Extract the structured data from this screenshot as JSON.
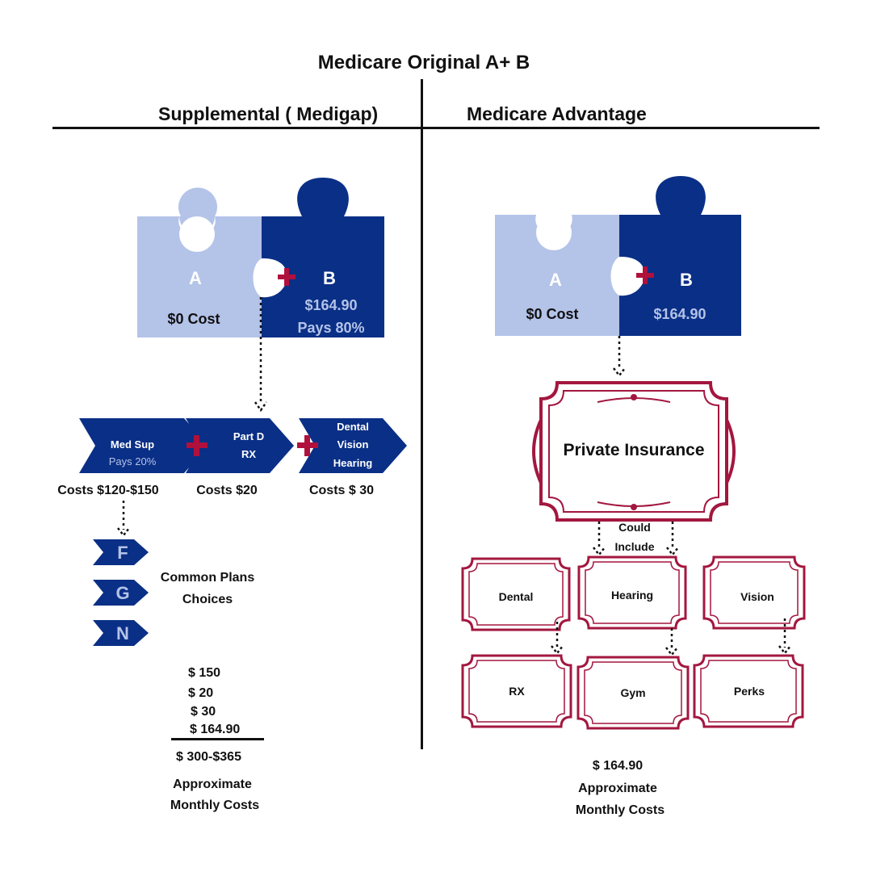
{
  "title": "Medicare Original A+ B",
  "left": {
    "heading": "Supplemental ( Medigap)",
    "puzzle": {
      "a_letter": "A",
      "a_caption": "$0 Cost",
      "b_letter": "B",
      "b_cost": "$164.90",
      "b_pays": "Pays 80%"
    },
    "chevrons": [
      {
        "line1": "Med Sup",
        "line2": "Pays 20%",
        "cost": "Costs $120-$150"
      },
      {
        "line1": "Part D",
        "line2": "RX",
        "cost": "Costs $20"
      },
      {
        "line1": "Dental",
        "line2": "Vision",
        "line3": "Hearing",
        "cost": "Costs $ 30"
      }
    ],
    "plans": [
      "F",
      "G",
      "N"
    ],
    "plans_caption_1": "Common Plans",
    "plans_caption_2": "Choices",
    "sum_lines": [
      "$ 150",
      "$ 20",
      "$ 30",
      "$ 164.90"
    ],
    "total": "$ 300-$365",
    "footer_1": "Approximate",
    "footer_2": "Monthly Costs"
  },
  "right": {
    "heading": "Medicare Advantage",
    "puzzle": {
      "a_letter": "A",
      "a_caption": "$0 Cost",
      "b_letter": "B",
      "b_cost": "$164.90"
    },
    "private": "Private Insurance",
    "could_1": "Could",
    "could_2": "Include",
    "top_frames": [
      "Dental",
      "Hearing",
      "Vision"
    ],
    "bottom_frames": [
      "RX",
      "Gym",
      "Perks"
    ],
    "total": "$ 164.90",
    "footer_1": "Approximate",
    "footer_2": "Monthly Costs"
  },
  "colors": {
    "navy": "#0a2f86",
    "light_blue": "#b4c3e8",
    "maroon": "#a3173f",
    "plus_red": "#b0103c"
  }
}
